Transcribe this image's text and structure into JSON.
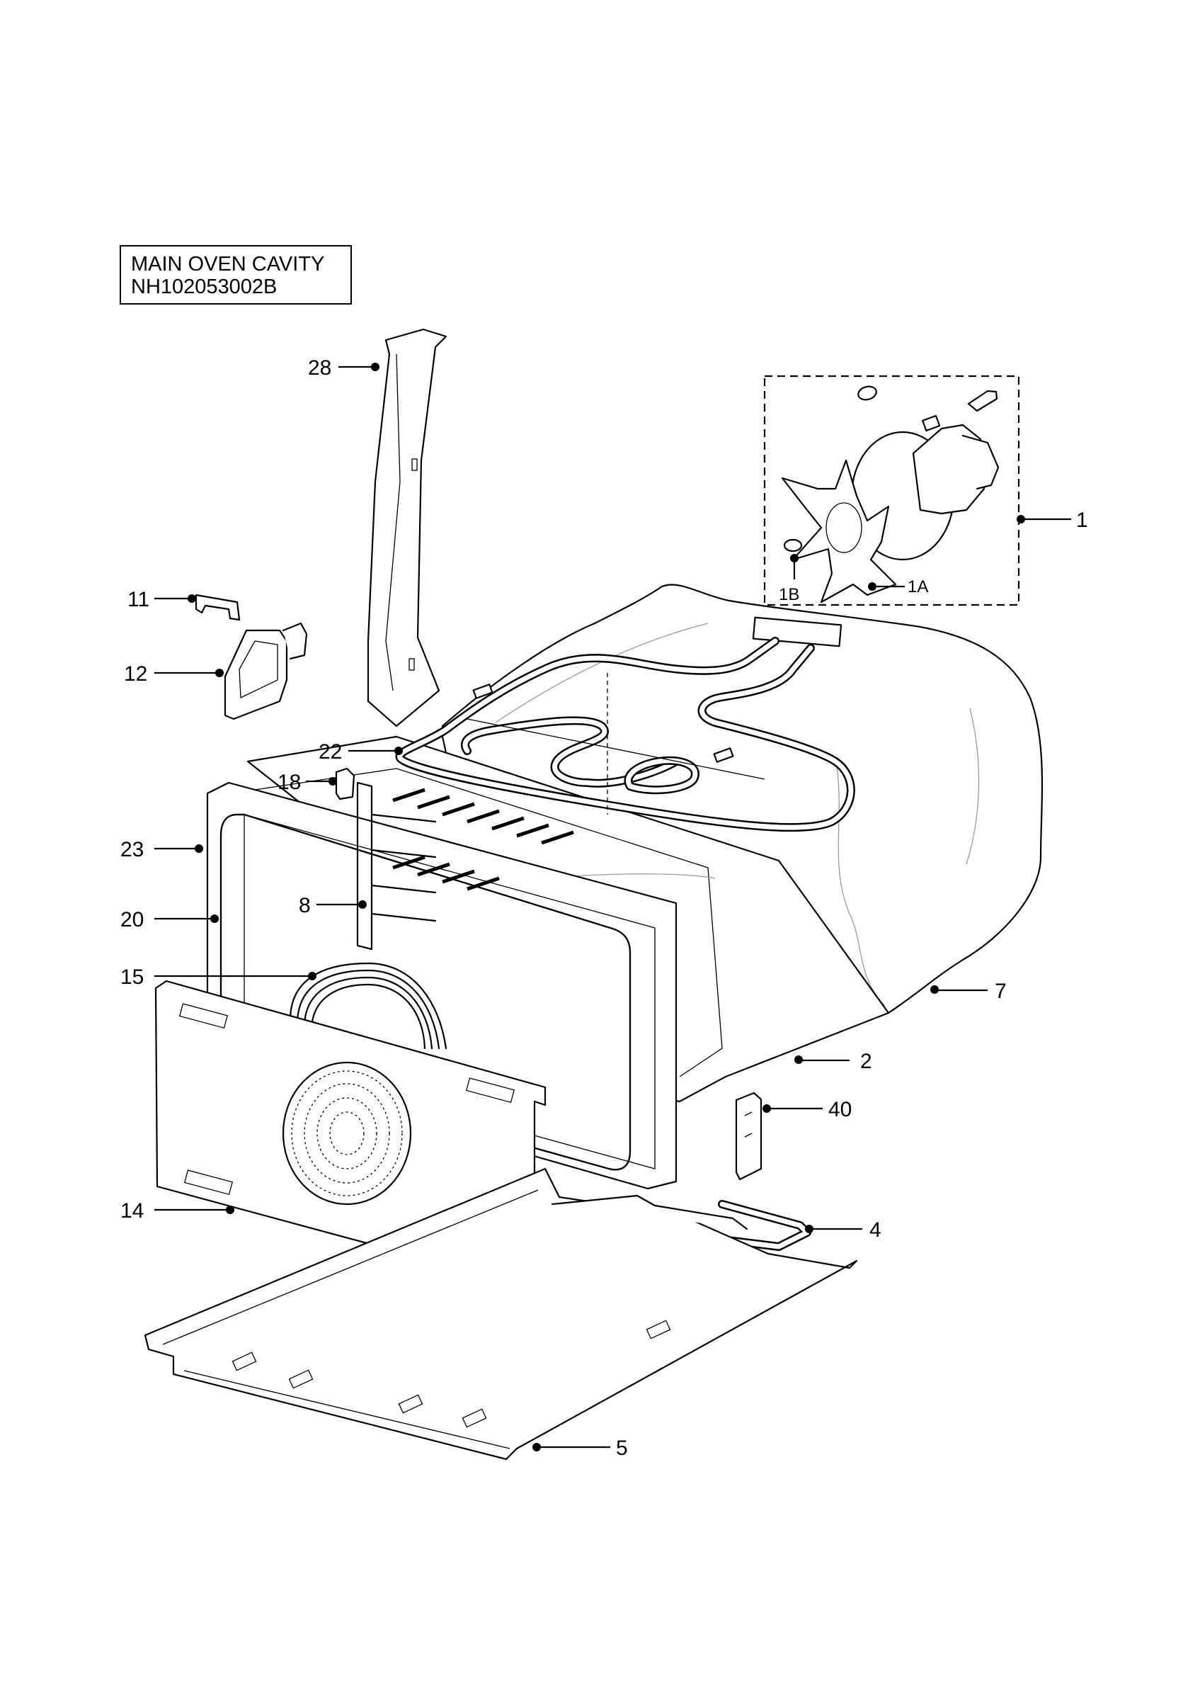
{
  "title": {
    "line1": "MAIN OVEN CAVITY",
    "line2": "NH102053002B"
  },
  "callouts": [
    {
      "id": "28",
      "label": "28"
    },
    {
      "id": "1",
      "label": "1"
    },
    {
      "id": "1A",
      "label": "1A"
    },
    {
      "id": "1B",
      "label": "1B"
    },
    {
      "id": "11",
      "label": "11"
    },
    {
      "id": "12",
      "label": "12"
    },
    {
      "id": "22",
      "label": "22"
    },
    {
      "id": "18",
      "label": "18"
    },
    {
      "id": "23",
      "label": "23"
    },
    {
      "id": "20",
      "label": "20"
    },
    {
      "id": "8",
      "label": "8"
    },
    {
      "id": "15",
      "label": "15"
    },
    {
      "id": "7",
      "label": "7"
    },
    {
      "id": "2",
      "label": "2"
    },
    {
      "id": "40",
      "label": "40"
    },
    {
      "id": "14",
      "label": "14"
    },
    {
      "id": "4",
      "label": "4"
    },
    {
      "id": "5",
      "label": "5"
    }
  ]
}
